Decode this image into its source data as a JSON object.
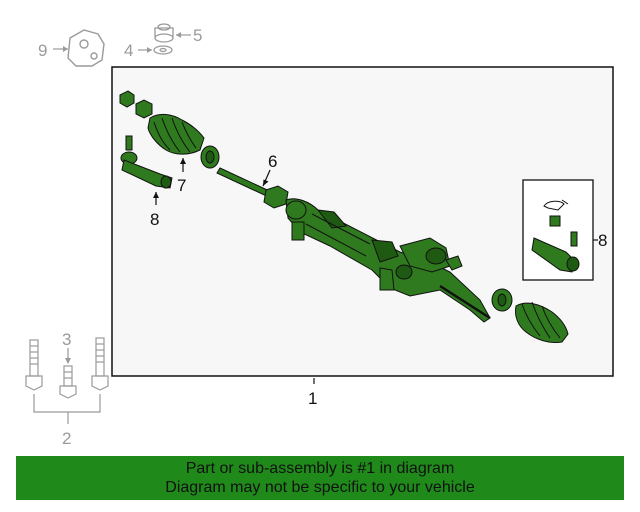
{
  "callouts": {
    "c1": "1",
    "c2": "2",
    "c3": "3",
    "c4": "4",
    "c5": "5",
    "c6": "6",
    "c7": "7",
    "c8_left": "8",
    "c8_right": "8",
    "c9": "9"
  },
  "banner": {
    "line1": "Part or sub-assembly is #1 in diagram",
    "line2": "Diagram may not be specific to your vehicle"
  },
  "colors": {
    "part_fill": "#2f7a1f",
    "part_fill_dark": "#1e5a12",
    "banner_bg": "#1f8a1a",
    "frame": "#111111",
    "ghost": "#9a9a9a"
  }
}
